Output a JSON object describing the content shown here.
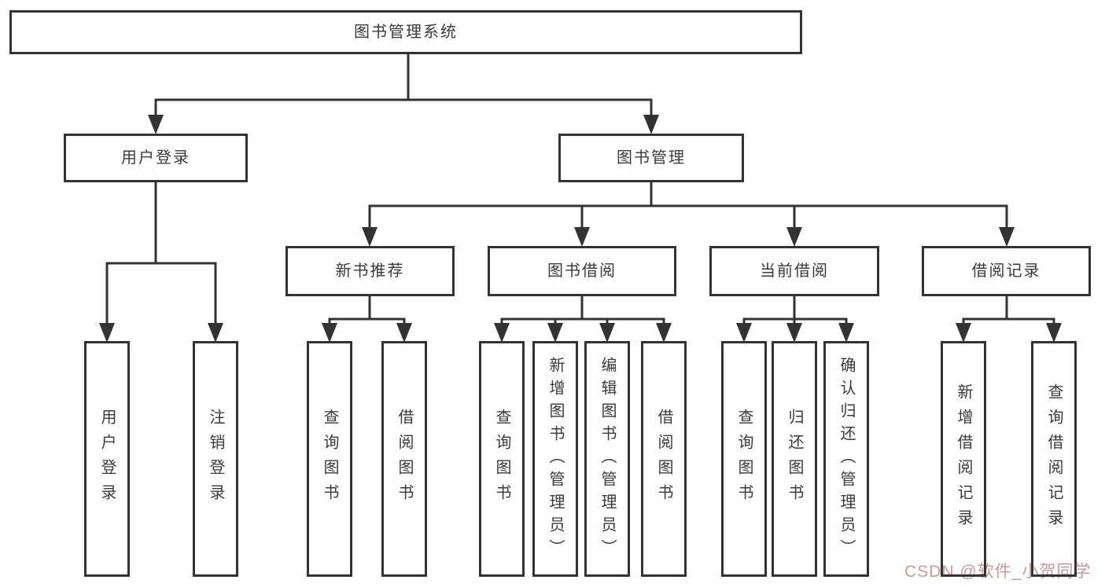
{
  "diagram": {
    "root": "图书管理系统",
    "level2": {
      "user_login": "用户登录",
      "book_management": "图书管理"
    },
    "level3": {
      "new_books": "新书推荐",
      "borrowing": "图书借阅",
      "current": "当前借阅",
      "records": "借阅记录"
    },
    "leaves": {
      "user_login": [
        "用户登录",
        "注销登录"
      ],
      "new_books": [
        "查询图书",
        "借阅图书"
      ],
      "borrowing": [
        "查询图书",
        "新增图书（管理员）",
        "编辑图书（管理员）",
        "借阅图书"
      ],
      "current": [
        "查询图书",
        "归还图书",
        "确认归还（管理员）"
      ],
      "records": [
        "新增借阅记录",
        "查询借阅记录"
      ]
    }
  },
  "watermark": "CSDN @软件_小贺同学",
  "colors": {
    "line": "#333333",
    "box_border": "#333333",
    "text": "#3a3a3a",
    "background": "#ffffff",
    "watermark": "#c99a9a"
  }
}
